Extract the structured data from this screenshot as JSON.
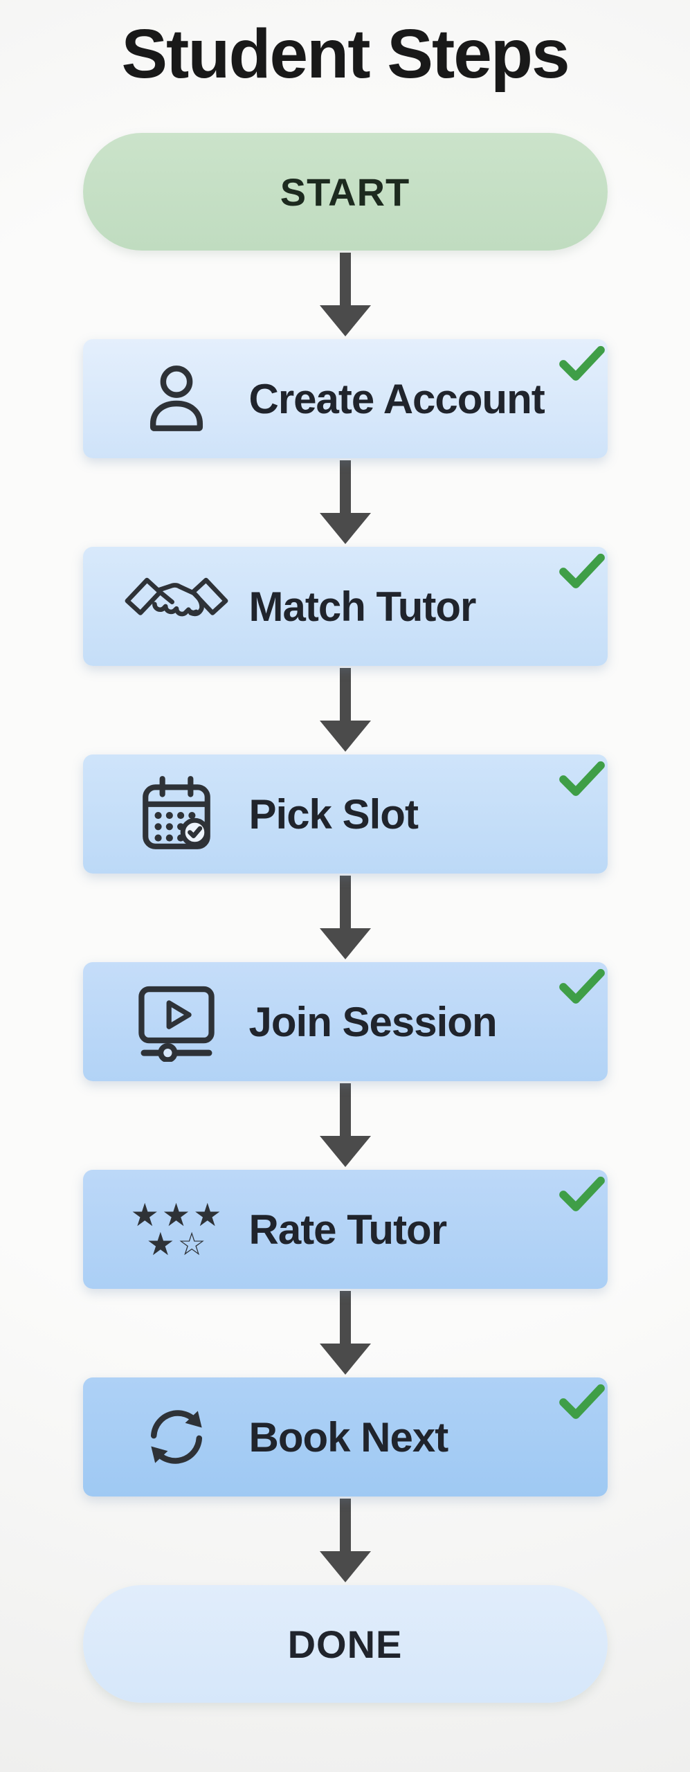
{
  "title": "Student Steps",
  "start_node": {
    "label": "START",
    "bg": "linear-gradient(180deg,#cbe3ca,#c0dcc0)",
    "text_color": "#1d2a1f"
  },
  "done_node": {
    "label": "DONE",
    "bg": "linear-gradient(180deg,#e1edfb,#d6e7fa)",
    "text_color": "#20242c"
  },
  "steps": [
    {
      "label": "Create Account",
      "icon": "person-icon",
      "completed": true,
      "bg": "linear-gradient(180deg,#e4effc,#cfe3f9)"
    },
    {
      "label": "Match Tutor",
      "icon": "handshake-icon",
      "completed": true,
      "bg": "linear-gradient(180deg,#d8e9fb,#c5def8)"
    },
    {
      "label": "Pick Slot",
      "icon": "calendar-icon",
      "completed": true,
      "bg": "linear-gradient(180deg,#cfe4fa,#bcd9f7)"
    },
    {
      "label": "Join Session",
      "icon": "monitor-play-icon",
      "completed": true,
      "bg": "linear-gradient(180deg,#c5ddf9,#b2d3f6)"
    },
    {
      "label": "Rate Tutor",
      "icon": "stars-icon",
      "completed": true,
      "bg": "linear-gradient(180deg,#bcd8f8,#abcff5)"
    },
    {
      "label": "Book Next",
      "icon": "refresh-icon",
      "completed": true,
      "bg": "linear-gradient(180deg,#aed1f6,#9fc9f3)"
    }
  ],
  "stars": {
    "row1": "★★★",
    "row2": "★☆"
  },
  "colors": {
    "arrow": "#4b4b4b",
    "check": "#3f9e47",
    "icon": "#2e3237",
    "label": "#20242c",
    "background": "#f8f8f8"
  }
}
